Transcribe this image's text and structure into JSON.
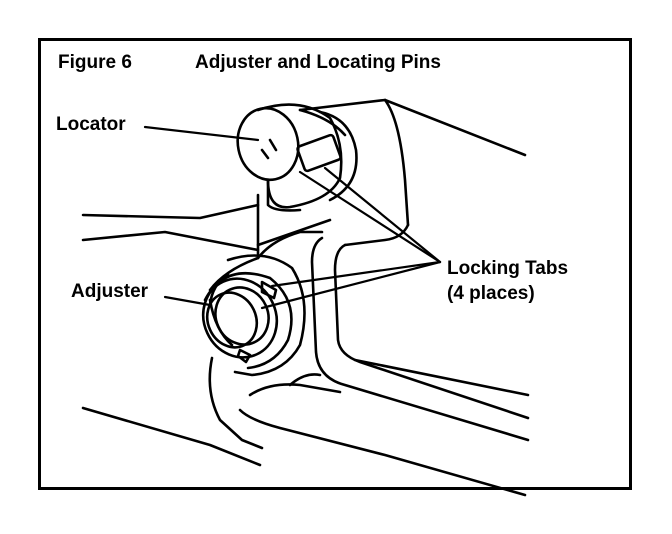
{
  "figure": {
    "number": "Figure 6",
    "title": "Adjuster and Locating Pins"
  },
  "callouts": {
    "locator": "Locator",
    "adjuster": "Adjuster",
    "locking_tabs_line1": "Locking Tabs",
    "locking_tabs_line2": "(4 places)"
  }
}
